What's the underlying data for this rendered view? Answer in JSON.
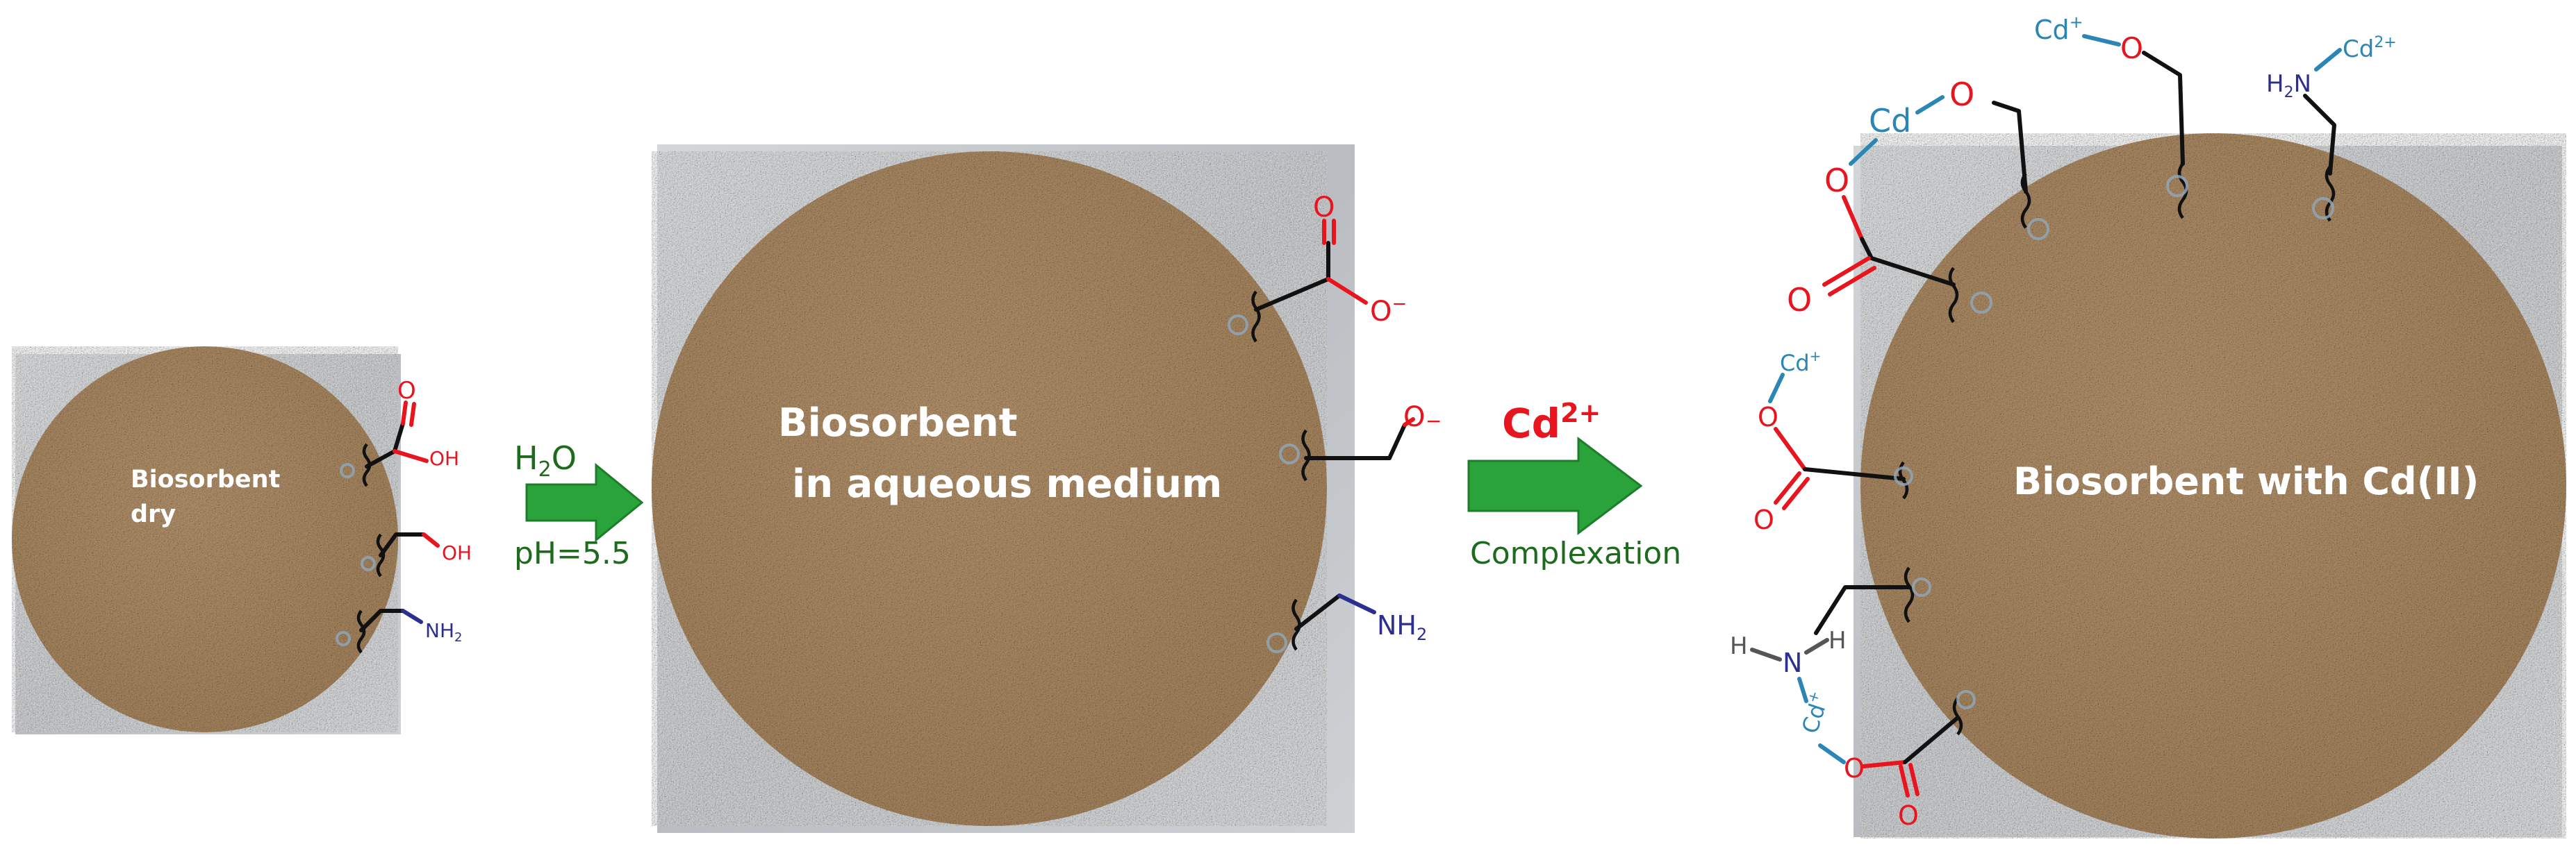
{
  "panels": {
    "dry": {
      "label_line1": "Biosorbent",
      "label_line2": "dry"
    },
    "aqueous": {
      "label_line1": "Biosorbent",
      "label_line2": "in aqueous medium"
    },
    "cadmium": {
      "label": "Biosorbent with Cd(II)"
    }
  },
  "step1": {
    "reagent_base": "H",
    "reagent_sub": "2",
    "reagent_tail": "O",
    "condition": "pH=5.5",
    "arrow_icon": "right-arrow-icon"
  },
  "step2": {
    "ion_base": "Cd",
    "ion_charge": "2+",
    "process": "Complexation",
    "arrow_icon": "right-arrow-icon"
  },
  "groups": {
    "oh_label": "OH",
    "o_label": "O",
    "o_minus_sup": "−",
    "nh_base": "NH",
    "nh_sub": "2",
    "h2n_h": "H",
    "h2n_sub": "2",
    "h2n_n": "N",
    "h_label": "H",
    "n_label": "N",
    "cd_label": "Cd",
    "cd_plus_sup": "+",
    "cd_2plus_sup": "2+"
  },
  "colors": {
    "green_arrow": "#29a33a",
    "green_text": "#1e6b1e",
    "red": "#e8141e",
    "blue_amine": "#2d2f8f",
    "cd_blue": "#2b86b5",
    "sorbent": "#b08e6b",
    "plate": "#c3c6c9"
  }
}
